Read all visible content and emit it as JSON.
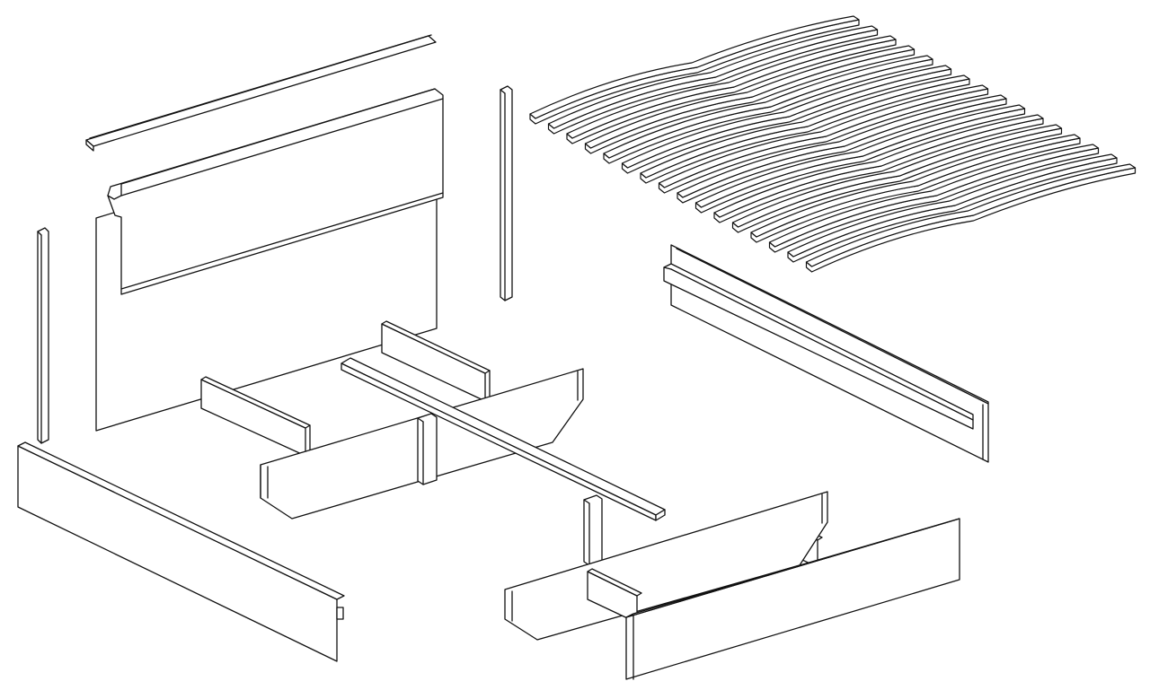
{
  "diagram": {
    "type": "exploded-view-line-drawing",
    "parts": [
      {
        "id": "headboard-top-cap"
      },
      {
        "id": "headboard-panel"
      },
      {
        "id": "left-headboard-post"
      },
      {
        "id": "right-headboard-post"
      },
      {
        "id": "slatted-base"
      },
      {
        "id": "right-side-rail"
      },
      {
        "id": "left-side-rail"
      },
      {
        "id": "rear-cross-frame"
      },
      {
        "id": "center-spine-beam"
      },
      {
        "id": "center-support-leg-rear"
      },
      {
        "id": "center-support-leg-front"
      },
      {
        "id": "front-cross-frame"
      },
      {
        "id": "footboard-panel"
      }
    ],
    "slats": {
      "count": 16
    },
    "colors": {
      "line": "#111111",
      "fill": "#ffffff",
      "background": "#ffffff"
    }
  }
}
